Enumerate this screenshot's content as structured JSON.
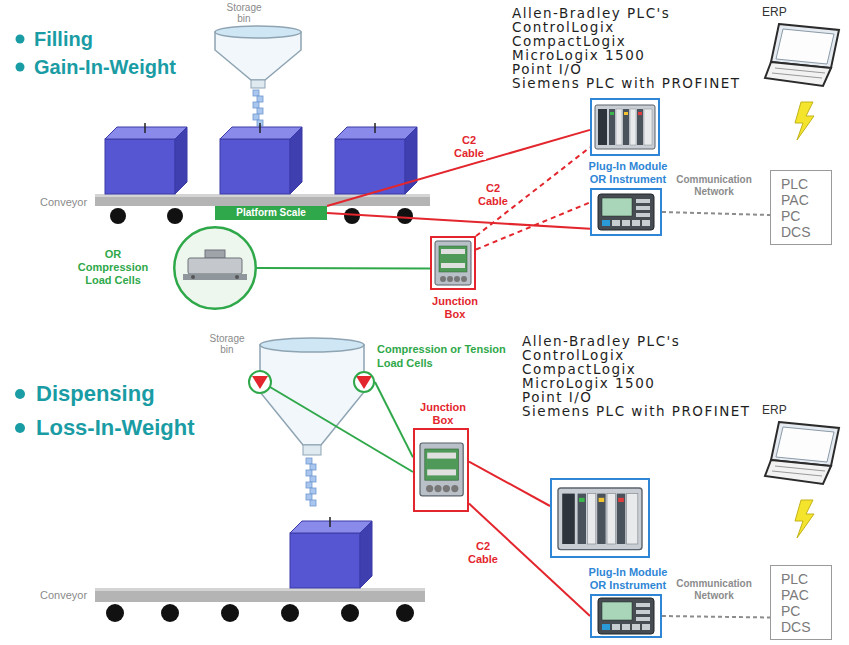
{
  "diagram": {
    "nodes": [
      {
        "text": [
          "Platform Scale"
        ]
      },
      {
        "text": [
          "OR Compression Load Cells"
        ]
      },
      {
        "text": [
          "Junction Box"
        ]
      },
      {
        "text": [
          "Allen-Bradley PLC's",
          "ControlLogix",
          "CompactLogix",
          "MicroLogix 1500",
          "Point I/O",
          "Siemens PLC with PROFINET"
        ]
      },
      {
        "text": [
          "Plug-In Module OR Instrument"
        ]
      },
      {
        "text": [
          "PLC",
          "PAC",
          "PC",
          "DCS"
        ]
      },
      {
        "text": [
          "Compression or Tension Load Cells"
        ]
      },
      {
        "text": [
          "Junction Box"
        ]
      },
      {
        "text": [
          "Allen-Bradley PLC's",
          "ControlLogix",
          "CompactLogix",
          "MicroLogix 1500",
          "Point I/O",
          "Siemens PLC with PROFINET"
        ]
      },
      {
        "text": [
          "Plug-In Module OR Instrument"
        ]
      },
      {
        "text": [
          "PLC",
          "PAC",
          "PC",
          "DCS"
        ]
      }
    ],
    "edges": [
      {
        "from": 0,
        "to": 3,
        "arrow": "none",
        "label": "C2 Cable"
      },
      {
        "from": 0,
        "to": 4,
        "arrow": "none"
      },
      {
        "from": 2,
        "to": 3,
        "arrow": "none",
        "label": "C2 Cable"
      },
      {
        "from": 2,
        "to": 4,
        "arrow": "none"
      },
      {
        "from": 1,
        "to": 2,
        "arrow": "none"
      },
      {
        "from": 4,
        "to": 5,
        "arrow": "none",
        "label": "Communication Network"
      },
      {
        "from": 6,
        "to": 7,
        "arrow": "none"
      },
      {
        "from": 7,
        "to": 8,
        "arrow": "none"
      },
      {
        "from": 7,
        "to": 9,
        "arrow": "none",
        "label": "C2 Cable"
      },
      {
        "from": 9,
        "to": 10,
        "arrow": "none",
        "label": "Communication Network"
      }
    ],
    "labels": [
      "Filling",
      "Gain-In-Weight",
      "Storage bin",
      "Conveyor",
      "ERP",
      "Dispensing",
      "Loss-In-Weight",
      "Storage bin",
      "Conveyor",
      "ERP"
    ]
  }
}
